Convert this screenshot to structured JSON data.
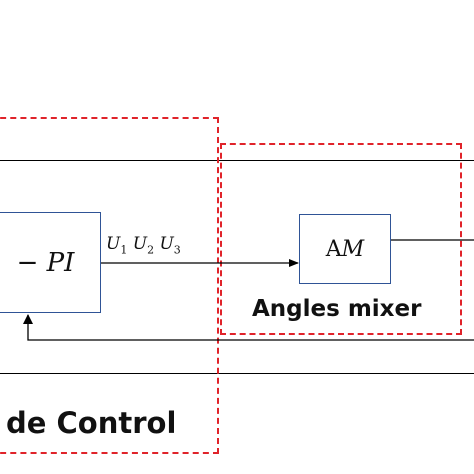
{
  "diagram": {
    "blocks": {
      "pi": {
        "label": "− PI"
      },
      "am": {
        "label_prefix": "A",
        "label_var": "M"
      }
    },
    "signals": {
      "u1": {
        "base": "U",
        "sub": "1"
      },
      "u2": {
        "base": "U",
        "sub": "2"
      },
      "u3": {
        "base": "U",
        "sub": "3"
      }
    },
    "regions": {
      "mode_control": {
        "label": "de Control"
      },
      "angles_mixer": {
        "label": "Angles mixer"
      }
    },
    "colors": {
      "dashed_border": "#e0232a",
      "block_border": "#2f5496",
      "line": "#000000"
    }
  }
}
